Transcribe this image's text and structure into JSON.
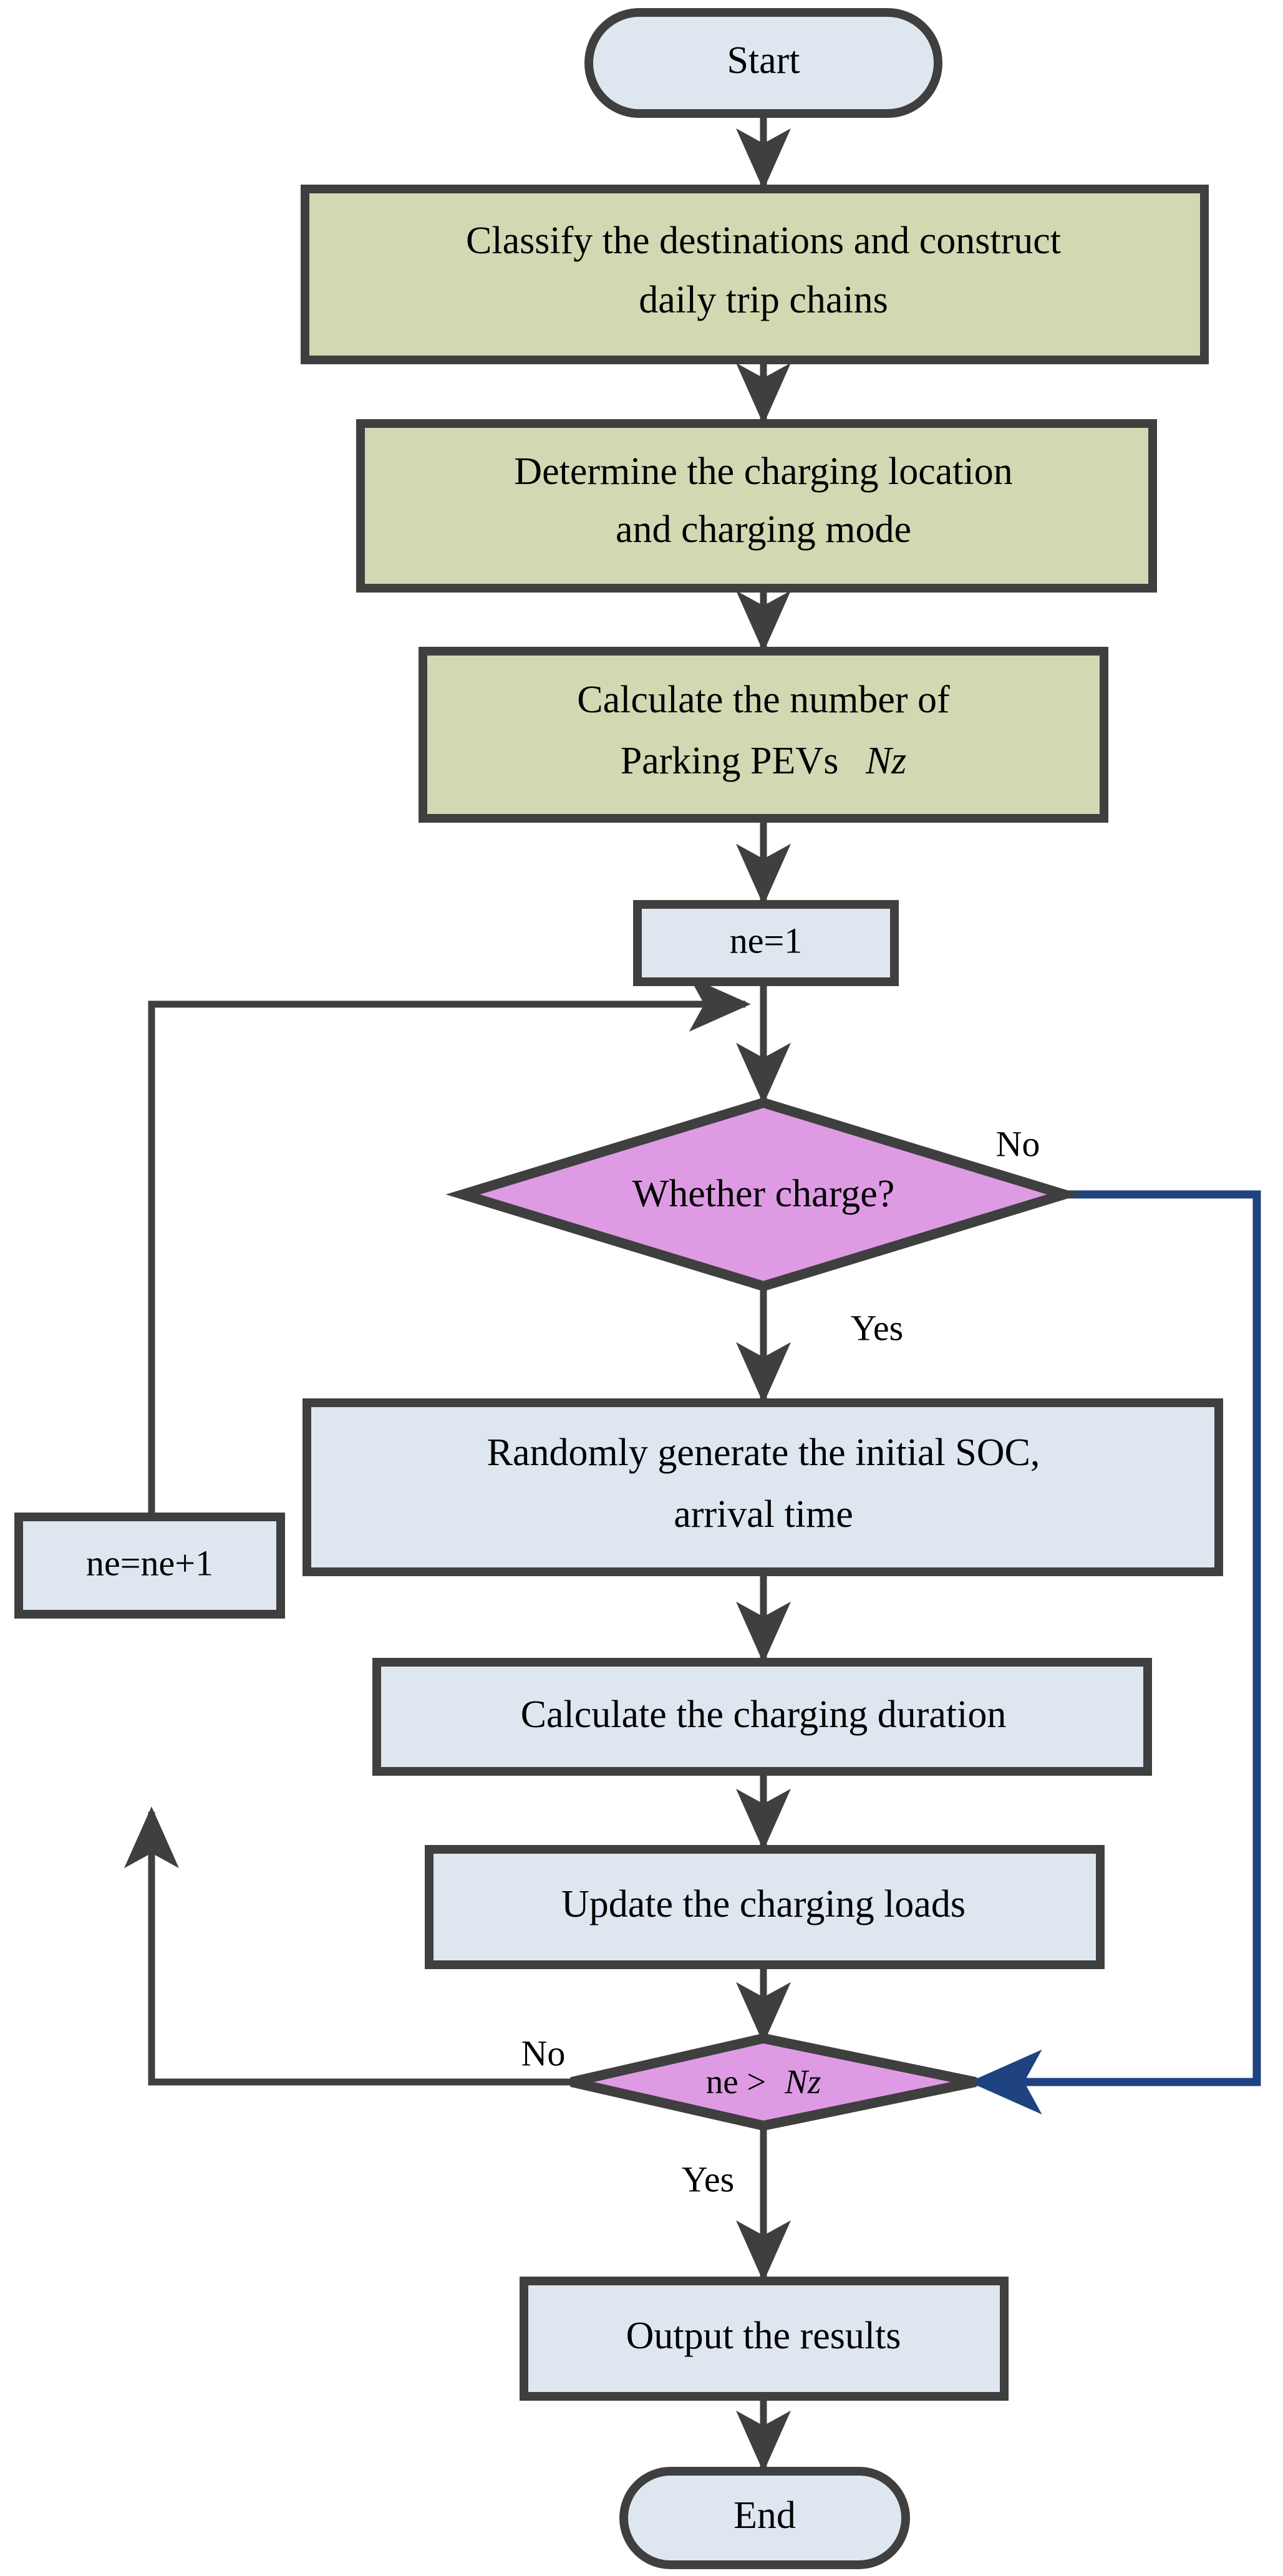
{
  "theme": {
    "background": "#ffffff",
    "stroke_dark": "#3f3f3f",
    "fill_blue": "#dee7f0",
    "fill_green": "#d1d9b3",
    "fill_magenta": "#de9be4",
    "connector_blue": "#1e4380",
    "text_color": "#000000"
  },
  "nodes": {
    "start": {
      "label": "Start",
      "shape": "stadium",
      "fill": "#dee7f0"
    },
    "classify": {
      "shape": "rect",
      "fill": "#d1d9b3",
      "line1": "Classify the destinations and construct",
      "line2": "daily trip chains"
    },
    "determine": {
      "shape": "rect",
      "fill": "#d1d9b3",
      "line1": "Determine the charging location",
      "line2": "and charging mode"
    },
    "calc_parking": {
      "shape": "rect",
      "fill": "#d1d9b3",
      "line1": "Calculate the number of",
      "line2_pre": "Parking PEVs",
      "line2_var": "Nz"
    },
    "ne_init": {
      "label": "ne=1",
      "shape": "rect",
      "fill": "#dee7f0"
    },
    "whether_charge": {
      "label": "Whether charge?",
      "shape": "diamond",
      "fill": "#de9be4"
    },
    "random_soc": {
      "shape": "rect",
      "fill": "#dee7f0",
      "line1": "Randomly generate the initial SOC,",
      "line2": "arrival time"
    },
    "charging_duration": {
      "label": "Calculate the charging duration",
      "shape": "rect",
      "fill": "#dee7f0"
    },
    "update_loads": {
      "label": "Update the charging loads",
      "shape": "rect",
      "fill": "#dee7f0"
    },
    "ne_increment": {
      "label": "ne=ne+1",
      "shape": "rect",
      "fill": "#dee7f0"
    },
    "ne_compare": {
      "shape": "diamond",
      "fill": "#de9be4",
      "label_pre": "ne >",
      "label_var": "Nz"
    },
    "output": {
      "label": "Output the results",
      "shape": "rect",
      "fill": "#dee7f0"
    },
    "end": {
      "label": "End",
      "shape": "stadium",
      "fill": "#dee7f0"
    }
  },
  "edge_labels": {
    "charge_no": "No",
    "charge_yes": "Yes",
    "compare_no": "No",
    "compare_yes": "Yes"
  }
}
